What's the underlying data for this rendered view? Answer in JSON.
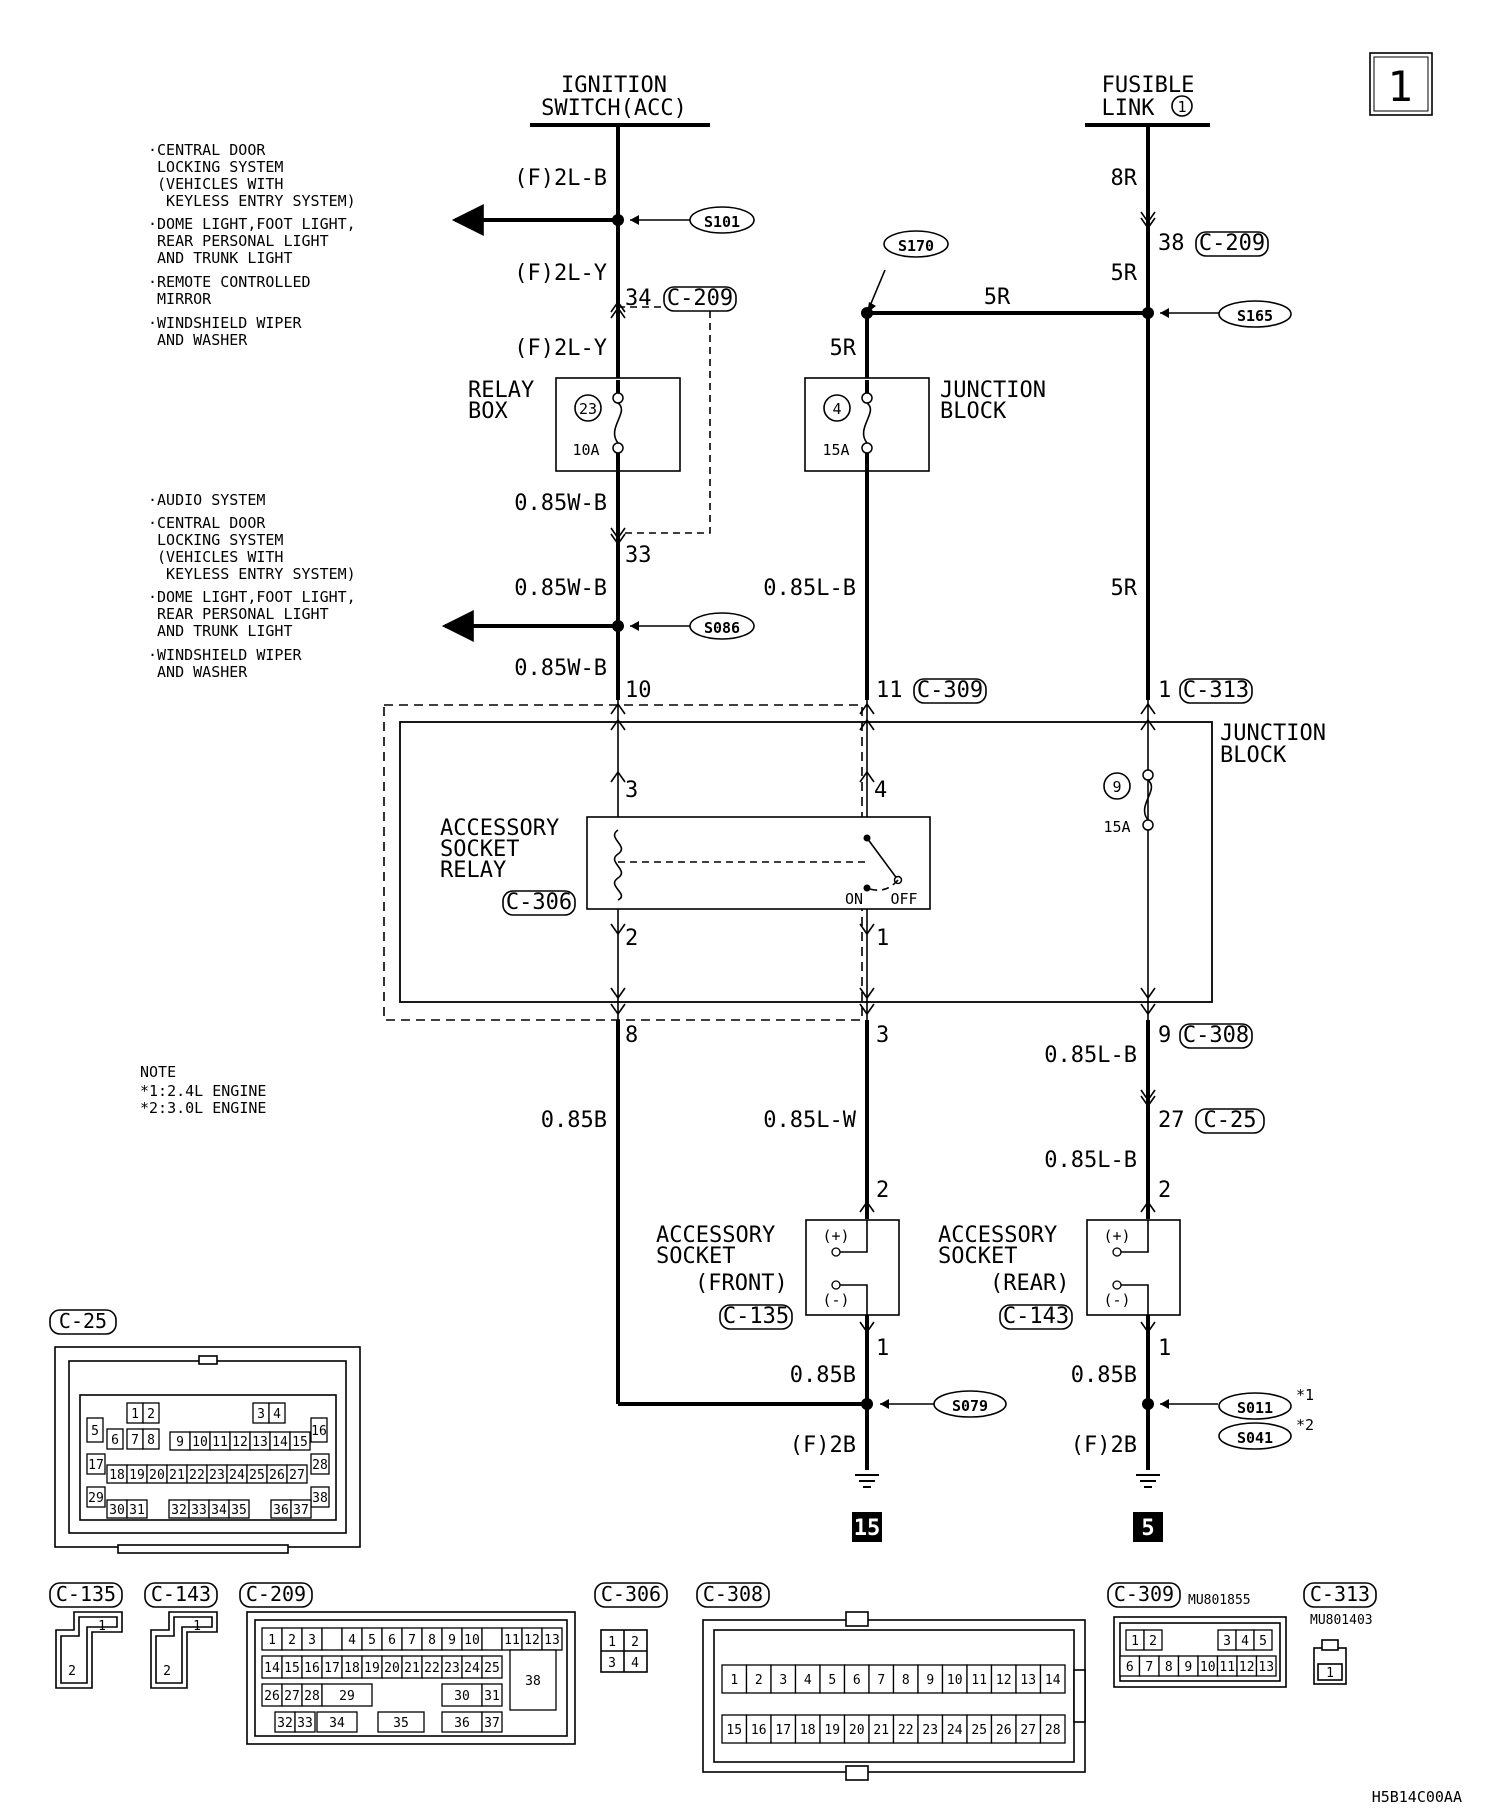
{
  "page_number": "1",
  "diagram_code": "H5B14C00AA",
  "sources": {
    "ignition": [
      "IGNITION",
      "SWITCH(ACC)"
    ],
    "fusible": [
      "FUSIBLE",
      "LINK"
    ],
    "fusible_num": "1"
  },
  "wires": {
    "f2lb": "(F)2L-B",
    "f2ly_a": "(F)2L-Y",
    "f2ly_b": "(F)2L-Y",
    "w085wb_a": "0.85W-B",
    "w085wb_b": "0.85W-B",
    "w085wb_c": "0.85W-B",
    "w8r": "8R",
    "w5r_a": "5R",
    "w5r_b": "5R",
    "w5r_c": "5R",
    "w5r_d": "5R",
    "w085lb_a": "0.85L-B",
    "w085b_a": "0.85B",
    "w085lw": "0.85L-W",
    "w085lb_b": "0.85L-B",
    "w085lb_c": "0.85L-B",
    "w085b_b": "0.85B",
    "w085b_c": "0.85B",
    "f2b_a": "(F)2B",
    "f2b_b": "(F)2B"
  },
  "splices": {
    "s101": "S101",
    "s086": "S086",
    "s170": "S170",
    "s165": "S165",
    "s079": "S079",
    "s011": "S011",
    "s041": "S041",
    "s011_mark": "*1",
    "s041_mark": "*2"
  },
  "pins": {
    "p34": "34",
    "p33": "33",
    "p38": "38",
    "p10": "10",
    "p11": "11",
    "p1": "1",
    "p3": "3",
    "p4": "4",
    "p2": "2",
    "p1b": "1",
    "p8": "8",
    "p3b": "3",
    "p9": "9",
    "p27": "27",
    "p2b": "2",
    "p2c": "2",
    "p1c": "1",
    "p1d": "1"
  },
  "connectors": {
    "c209": "C-209",
    "c309": "C-309",
    "c313": "C-313",
    "c306": "C-306",
    "c308": "C-308",
    "c25": "C-25",
    "c135": "C-135",
    "c143": "C-143"
  },
  "fuses": {
    "relay_box": [
      "RELAY",
      "BOX"
    ],
    "fuse23": "23",
    "fuse23_amp": "10A",
    "junction_block_top": [
      "JUNCTION",
      "BLOCK"
    ],
    "fuse4": "4",
    "fuse4_amp": "15A",
    "fuse9": "9",
    "fuse9_amp": "15A"
  },
  "junction_block": [
    "JUNCTION",
    "BLOCK"
  ],
  "relay": {
    "name": [
      "ACCESSORY",
      "SOCKET",
      "RELAY"
    ],
    "on": "ON",
    "off": "OFF"
  },
  "sockets": {
    "front": [
      "ACCESSORY",
      "SOCKET",
      "(FRONT)"
    ],
    "rear": [
      "ACCESSORY",
      "SOCKET",
      "(REAR)"
    ],
    "plus": "(+)",
    "minus": "(-)"
  },
  "grounds": {
    "g15": "15",
    "g5": "5"
  },
  "notes": {
    "title": "NOTE",
    "n1": "*1:2.4L ENGINE",
    "n2": "*2:3.0L ENGINE"
  },
  "destinations_top": [
    "·CENTRAL DOOR",
    " LOCKING SYSTEM",
    " (VEHICLES WITH",
    "  KEYLESS ENTRY SYSTEM)",
    "·DOME LIGHT,FOOT LIGHT,",
    " REAR PERSONAL LIGHT",
    " AND TRUNK LIGHT",
    "·REMOTE CONTROLLED",
    " MIRROR",
    "·WINDSHIELD WIPER",
    " AND WASHER"
  ],
  "destinations_bottom": [
    "·AUDIO SYSTEM",
    "·CENTRAL DOOR",
    " LOCKING SYSTEM",
    " (VEHICLES WITH",
    "  KEYLESS ENTRY SYSTEM)",
    "·DOME LIGHT,FOOT LIGHT,",
    " REAR PERSONAL LIGHT",
    " AND TRUNK LIGHT",
    "·WINDSHIELD WIPER",
    " AND WASHER"
  ],
  "connector_views": {
    "c25_label": "C-25",
    "c135_label": "C-135",
    "c143_label": "C-143",
    "c209_label": "C-209",
    "c306_label": "C-306",
    "c308_label": "C-308",
    "c309_label": "C-309",
    "c309_part": "MU801855",
    "c313_label": "C-313",
    "c313_part": "MU801403"
  }
}
